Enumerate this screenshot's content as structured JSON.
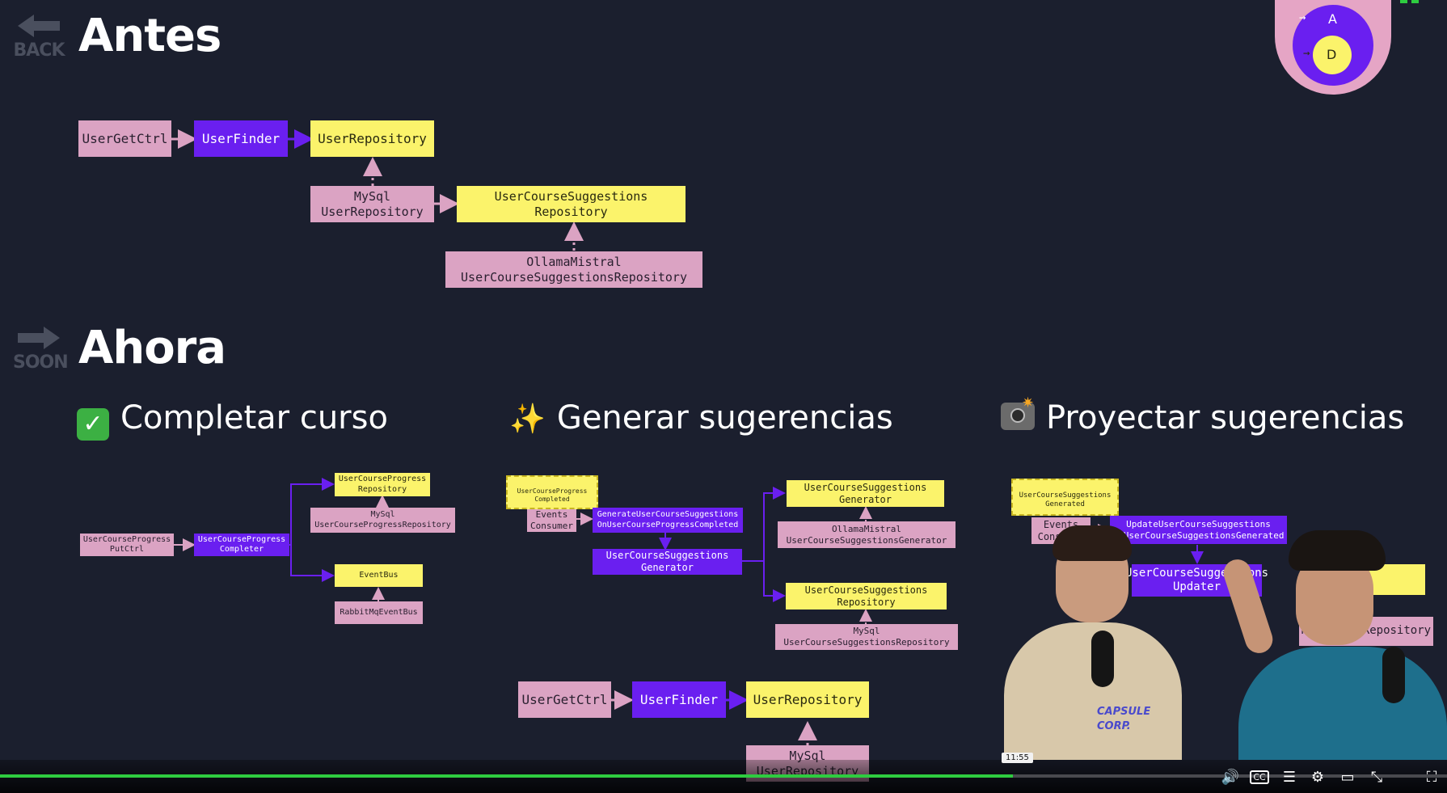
{
  "nav": {
    "back": "BACK",
    "soon": "SOON"
  },
  "headings": {
    "antes": "Antes",
    "ahora": "Ahora"
  },
  "sections": [
    {
      "icon": "check-mark-icon",
      "title": "Completar curso"
    },
    {
      "icon": "sparkles-icon",
      "title": "Generar sugerencias"
    },
    {
      "icon": "camera-flash-icon",
      "title": "Proyectar sugerencias"
    }
  ],
  "antes": {
    "ctrl": "UserGetCtrl",
    "finder": "UserFinder",
    "repo": "UserRepository",
    "mysql": "MySql\nUserRepository",
    "sugg_repo": "UserCourseSuggestions\nRepository",
    "ollama": "OllamaMistral\nUserCourseSuggestionsRepository"
  },
  "completar": {
    "ctrl": "UserCourseProgress\nPutCtrl",
    "completer": "UserCourseProgress\nCompleter",
    "repo": "UserCourseProgress\nRepository",
    "mysql": "MySql\nUserCourseProgressRepository",
    "eventbus": "EventBus",
    "rabbit": "RabbitMqEventBus"
  },
  "generar": {
    "event": "UserCourseProgress\nCompleted",
    "consumer": "Events\nConsumer",
    "subscriber": "GenerateUserCourseSuggestions\nOnUserCourseProgressCompleted",
    "generator": "UserCourseSuggestions\nGenerator",
    "gen_interface": "UserCourseSuggestions\nGenerator",
    "ollama": "OllamaMistral\nUserCourseSuggestionsGenerator",
    "repo": "UserCourseSuggestions\nRepository",
    "mysql": "MySql\nUserCourseSuggestionsRepository"
  },
  "proyectar": {
    "event": "UserCourseSuggestions\nGenerated",
    "consumer": "Events\nConsumer",
    "subscriber": "UpdateUserCourseSuggestions\nOnUserCourseSuggestionsGenerated",
    "updater": "UserCourseSuggestions\nUpdater",
    "mysql": "MySqlUserRepository"
  },
  "bottom": {
    "ctrl": "UserGetCtrl",
    "finder": "UserFinder",
    "repo": "UserRepository",
    "mysql": "MySql\nUserRepository"
  },
  "logo": {
    "a": "A",
    "d": "D"
  },
  "player": {
    "time_tooltip": "11:55",
    "progress": 0.7,
    "controls": [
      "volume-icon",
      "captions-icon",
      "transcript-icon",
      "settings-icon",
      "miniplayer-icon",
      "exit-fullscreen-icon",
      "fullscreen-icon"
    ]
  },
  "colors": {
    "bg": "#1b1f2e",
    "pink": "#dba3c3",
    "purple": "#6a1ff0",
    "yellow": "#fbf36b",
    "progress": "#2ecc40"
  }
}
